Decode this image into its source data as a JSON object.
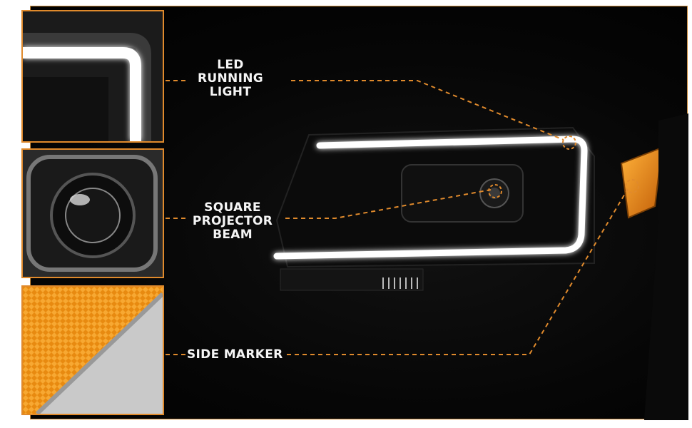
{
  "callouts": {
    "led": {
      "line1": "LED",
      "line2": "RUNNING",
      "line3": "LIGHT"
    },
    "projector": {
      "line1": "SQUARE",
      "line2": "PROJECTOR",
      "line3": "BEAM"
    },
    "marker": {
      "line1": "SIDE MARKER"
    }
  },
  "colors": {
    "accent": "#e08a2c",
    "frame": "#c98a3a",
    "led_glow": "#ffffff",
    "amber": "#f39a1d",
    "background": "#050505"
  }
}
